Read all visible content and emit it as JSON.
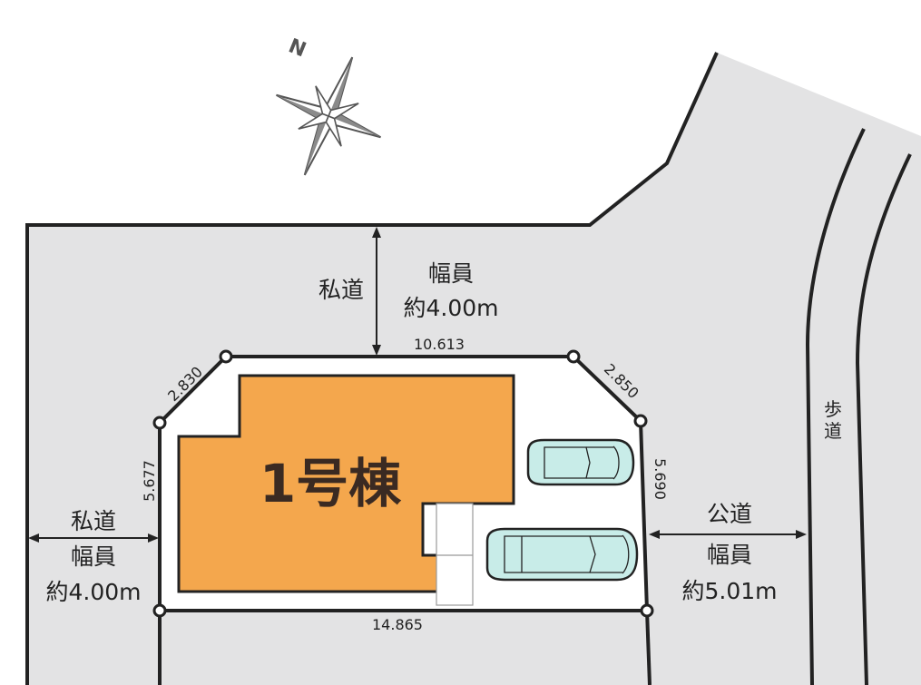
{
  "compass": {
    "north_label": "N"
  },
  "north_road": {
    "name": "私道",
    "width_label": "幅員",
    "width_value": "約4.00m"
  },
  "west_road": {
    "name": "私道",
    "width_label": "幅員",
    "width_value": "約4.00m"
  },
  "east_road": {
    "name": "公道",
    "width_label": "幅員",
    "width_value": "約5.01m"
  },
  "sidewalk": {
    "label_line1": "歩",
    "label_line2": "道"
  },
  "lot_dimensions": {
    "north": "10.613",
    "south": "14.865",
    "west": "5.677",
    "east": "5.690",
    "corner_nw": "2.830",
    "corner_ne": "2.850"
  },
  "building": {
    "label": "1号棟"
  },
  "parking": {
    "car_count": 2
  },
  "colors": {
    "road": "#e3e3e4",
    "building": "#f4a74d",
    "car": "#c8ece8",
    "outline": "#222222"
  }
}
